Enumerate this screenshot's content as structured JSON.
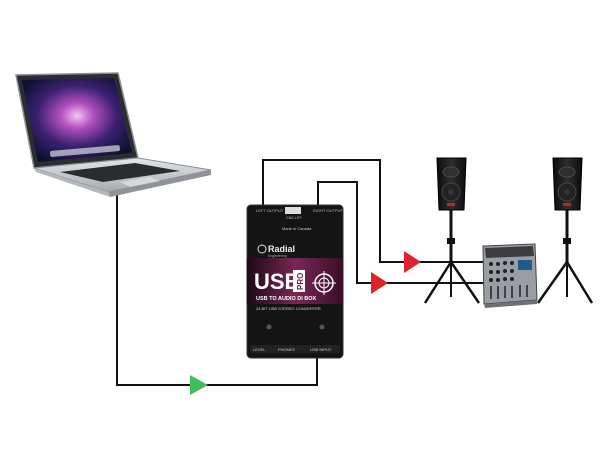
{
  "colors": {
    "background": "#ffffff",
    "cable": "#111111",
    "arrow_output": "#e0232a",
    "arrow_input": "#3fbf5a",
    "box_body": "#141414",
    "box_accent": "#6b1f4a",
    "laptop_silver": "#c9ccd1",
    "speaker_body": "#1a1a1a"
  },
  "devices": {
    "laptop": {
      "icon": "laptop-icon"
    },
    "di_box": {
      "icon": "di-box-icon",
      "brand": "Radial",
      "brand_sub": "Engineering",
      "model_main": "USB",
      "model_suffix": "PRO",
      "subtitle": "USB TO AUDIO DI BOX",
      "subtitle2": "24 BIT USB STEREO CONVERTER",
      "made_in": "Made in Canada",
      "top_left_jack": "LEFT OUTPUT",
      "top_right_jack": "RIGHT OUTPUT",
      "top_mid": "GND LIFT",
      "bottom_level": "LEVEL",
      "bottom_phones": "PHONES",
      "bottom_usb": "USB INPUT"
    },
    "speaker_left": {
      "icon": "pa-speaker-icon"
    },
    "speaker_right": {
      "icon": "pa-speaker-icon"
    },
    "mixer": {
      "icon": "mixer-icon"
    }
  },
  "connections": [
    {
      "from": "laptop",
      "to": "di_box",
      "arrow": "green"
    },
    {
      "from": "di_box",
      "to": "mixer",
      "arrow": "red"
    },
    {
      "from": "di_box",
      "to": "mixer",
      "arrow": "red"
    }
  ]
}
